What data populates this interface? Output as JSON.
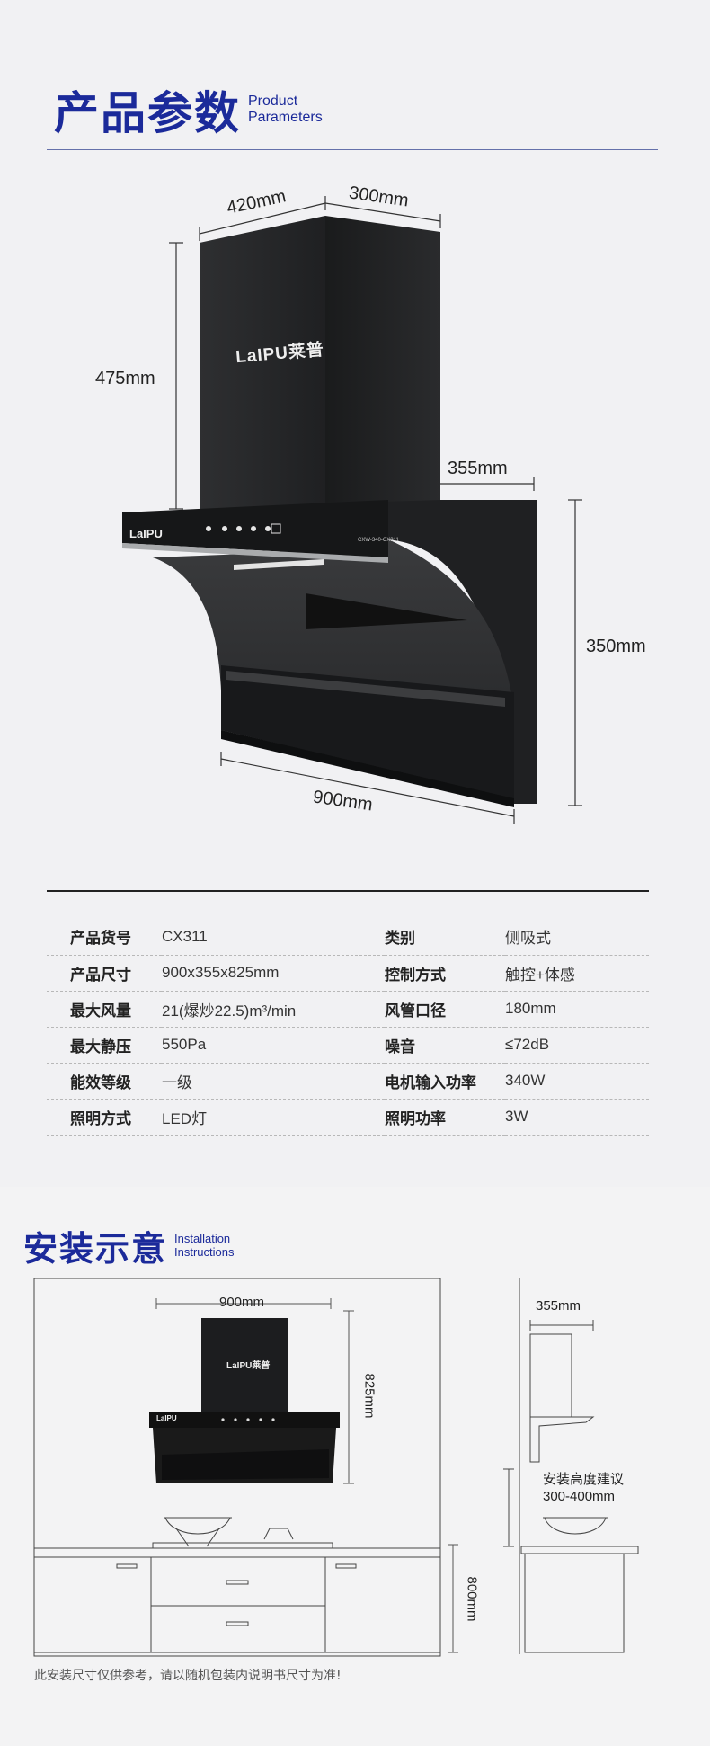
{
  "params": {
    "title_cn": "产品参数",
    "title_en_line1": "Product",
    "title_en_line2": "Parameters",
    "brand_top": "LaIPU莱普",
    "brand_panel": "LaIPU",
    "model_badge": "CXW-340-CX311",
    "dimensions": {
      "width_top": "420mm",
      "depth_top": "300mm",
      "height_chimney": "475mm",
      "depth_panel": "355mm",
      "height_panel": "350mm",
      "width_total": "900mm"
    }
  },
  "specs": [
    {
      "k1": "产品货号",
      "v1": "CX311",
      "k2": "类别",
      "v2": "侧吸式"
    },
    {
      "k1": "产品尺寸",
      "v1": "900x355x825mm",
      "k2": "控制方式",
      "v2": "触控+体感"
    },
    {
      "k1": "最大风量",
      "v1": "21(爆炒22.5)m³/min",
      "k2": "风管口径",
      "v2": "180mm"
    },
    {
      "k1": "最大静压",
      "v1": "550Pa",
      "k2": "噪音",
      "v2": "≤72dB"
    },
    {
      "k1": "能效等级",
      "v1": "一级",
      "k2": "电机输入功率",
      "v2": "340W"
    },
    {
      "k1": "照明方式",
      "v1": "LED灯",
      "k2": "照明功率",
      "v2": "3W"
    }
  ],
  "install": {
    "title_cn": "安装示意",
    "title_en_line1": "Installation",
    "title_en_line2": "Instructions",
    "dim_width": "900mm",
    "dim_height": "825mm",
    "dim_cabinet": "800mm",
    "dim_side_depth": "355mm",
    "height_advice_line1": "安装高度建议",
    "height_advice_line2": "300-400mm",
    "brand": "LaIPU莱普",
    "brand_panel": "LaIPU",
    "note": "此安装尺寸仅供参考，请以随机包装内说明书尺寸为准!"
  }
}
